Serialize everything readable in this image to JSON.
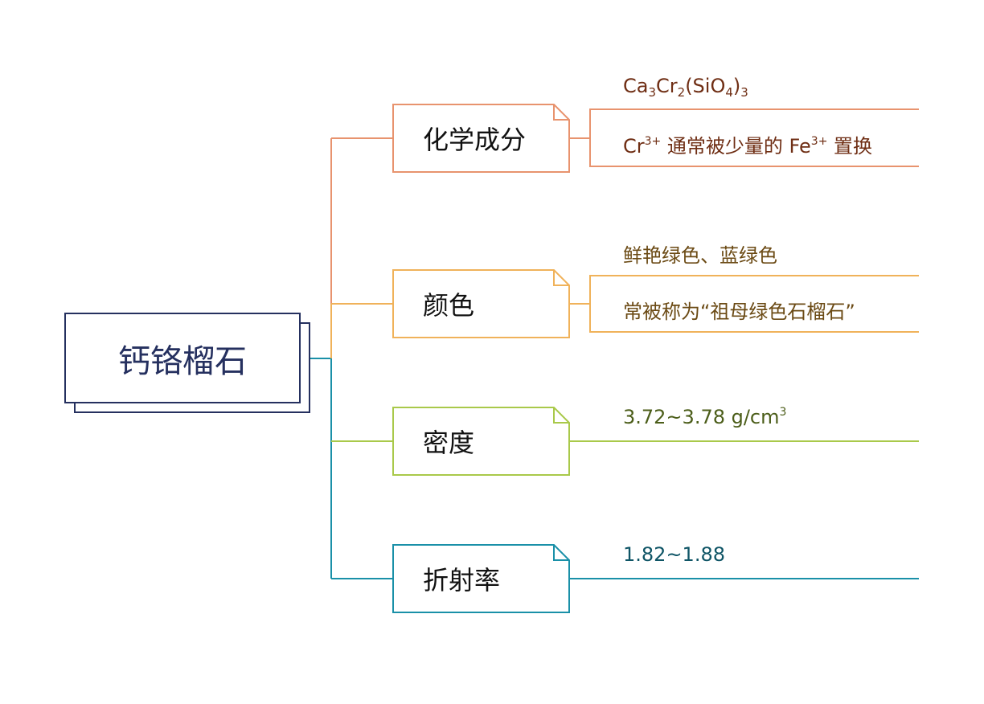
{
  "root": {
    "title": "钙铬榴石",
    "color": "#25305f"
  },
  "branches": [
    {
      "label": "化学成分",
      "color": "#e8936e",
      "details": [
        {
          "parts": [
            "Ca",
            "3",
            "Cr",
            "2",
            "(SiO",
            "4",
            ")",
            "3"
          ]
        },
        {
          "parts": [
            "Cr",
            "3+",
            " 通常被少量的 Fe",
            "3+",
            " 置换"
          ]
        }
      ]
    },
    {
      "label": "颜色",
      "color": "#f0b25a",
      "details": [
        {
          "text": "鲜艳绿色、蓝绿色"
        },
        {
          "text": "常被称为“祖母绿色石榴石”"
        }
      ]
    },
    {
      "label": "密度",
      "color": "#a9c94a",
      "details": [
        {
          "parts": [
            "3.72~3.78 g/cm",
            "3"
          ]
        }
      ]
    },
    {
      "label": "折射率",
      "color": "#1a90a8",
      "details": [
        {
          "text": "1.82~1.88"
        }
      ]
    }
  ]
}
